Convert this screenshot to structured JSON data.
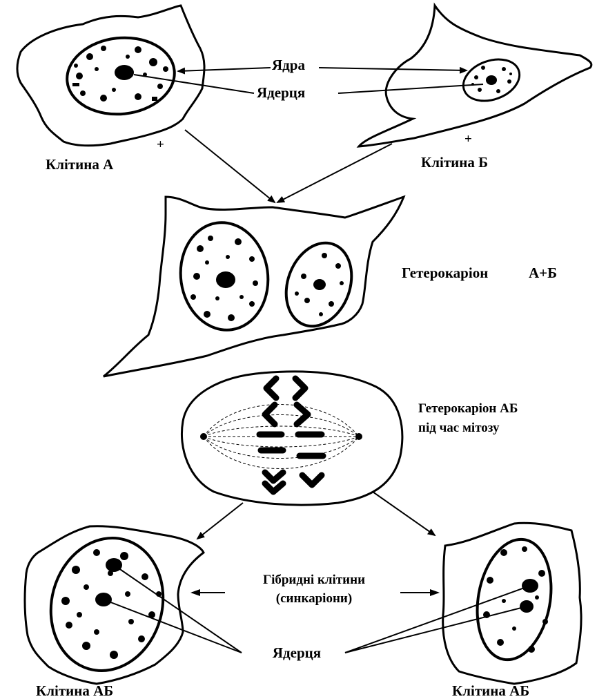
{
  "labels": {
    "nuclei": "Ядра",
    "nucleoli_top": "Ядерця",
    "cell_a": "Клітина А",
    "cell_b": "Клітина Б",
    "plus_a": "+",
    "plus_b": "+",
    "heterokaryon": "Гетерокаріон",
    "heterokaryon_sum": "А+Б",
    "heterokaryon_mitosis_line1": "Гетерокаріон АБ",
    "heterokaryon_mitosis_line2": "під час мітозу",
    "hybrid_line1": "Гібридні клітини",
    "hybrid_line2": "(синкаріони)",
    "nucleoli_bottom": "Ядерця",
    "cell_ab_left": "Клітина АБ",
    "cell_ab_right": "Клітина АБ"
  }
}
